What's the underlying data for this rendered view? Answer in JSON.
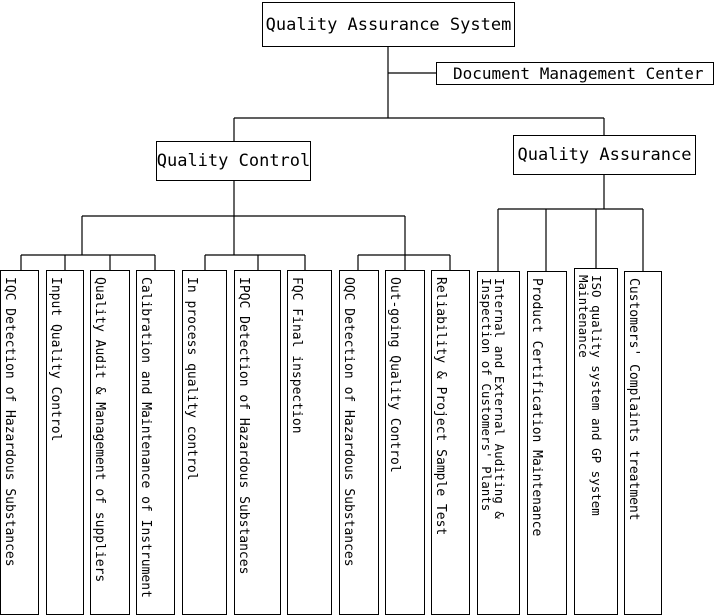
{
  "title": "Quality Assurance System",
  "side_box": "Document Management Center",
  "branches": {
    "control": "Quality Control",
    "assurance": "Quality Assurance"
  },
  "control_leaves": [
    "IQC Detection of Hazardous Substances",
    "Input Quality Control",
    "Quality Audit & Management of suppliers",
    "Calibration and Maintenance of Instrument",
    "In process quality control",
    "IPQC Detection of Hazardous Substances",
    "FQC Final inspection",
    "OQC Detection of Hazardous Substances",
    "Out-going Quality Control",
    "Reliability & Project Sample Test"
  ],
  "assurance_leaves": [
    "Internal and External Auditing & Inspection of Customers' Plants",
    "Product Certification Maintenance",
    "ISO quality system and GP system Maintenance",
    "Customers' Complaints treatment"
  ]
}
